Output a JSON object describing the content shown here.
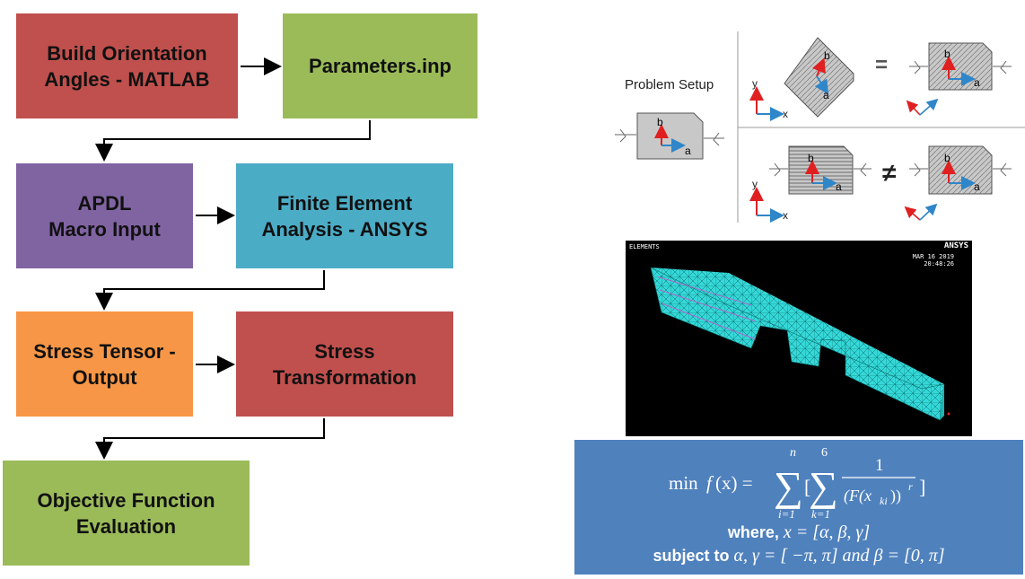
{
  "flowchart": {
    "build_orientation": "Build Orientation\nAngles - MATLAB",
    "parameters": "Parameters.inp",
    "apdl_macro": "APDL\nMacro Input",
    "fea_ansys": "Finite Element\nAnalysis - ANSYS",
    "stress_tensor": "Stress Tensor -\nOutput",
    "stress_transform": "Stress\nTransformation",
    "objective": "Objective Function\nEvaluation"
  },
  "problem_setup": {
    "title": "Problem Setup",
    "axis_x": "x",
    "axis_y": "y",
    "label_a": "a",
    "label_b": "b",
    "equals": "=",
    "not_equals": "≠",
    "colors": {
      "b_axis": "#e02020",
      "a_axis": "#2f86c9",
      "plate": "#c8c8c8"
    }
  },
  "ansys_render": {
    "elements_label": "ELEMENTS",
    "brand": "ANSYS",
    "date": "MAR 16 2019",
    "time": "20:48:26",
    "mesh_color": "#35d8d8"
  },
  "equation": {
    "lhs_min": "min",
    "lhs_f": "f",
    "lhs_x": "(x) =",
    "outer_upper": "n",
    "outer_lower": "i=1",
    "inner_upper": "6",
    "inner_lower": "k=1",
    "numerator": "1",
    "where_label": "where,",
    "where_expr": "x = [α, β, γ]",
    "subject_label": "subject to",
    "subject_expr": "α, γ = [ −π, π] and β = [0, π]"
  }
}
